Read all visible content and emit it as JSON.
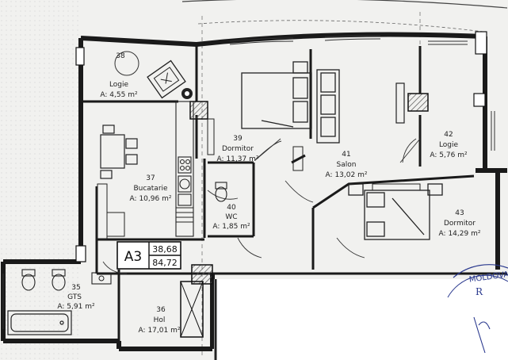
{
  "apartment": {
    "code": "A3",
    "area_1": "38,68",
    "area_2": "84,72"
  },
  "rooms": [
    {
      "id": "38",
      "name": "Logie",
      "area": "A: 4,55 m²"
    },
    {
      "id": "39",
      "name": "Dormitor",
      "area": "A: 11,37 m²"
    },
    {
      "id": "41",
      "name": "Salon",
      "area": "A: 13,02 m²"
    },
    {
      "id": "42",
      "name": "Logie",
      "area": "A: 5,76 m²"
    },
    {
      "id": "37",
      "name": "Bucatarie",
      "area": "A: 10,96 m²"
    },
    {
      "id": "40",
      "name": "WC",
      "area": "A: 1,85 m²"
    },
    {
      "id": "43",
      "name": "Dormitor",
      "area": "A: 14,29 m²"
    },
    {
      "id": "35",
      "name": "GTS",
      "area": "A: 5,91 m²"
    },
    {
      "id": "36",
      "name": "Hol",
      "area": "A: 17,01 m²"
    }
  ],
  "stamp": {
    "text": "MOLDOVA",
    "letter": "R"
  },
  "colors": {
    "paper": "#f1f1ef",
    "wall": "#1a1a1a",
    "hatch": "#7a7a7a",
    "line": "#333333"
  }
}
